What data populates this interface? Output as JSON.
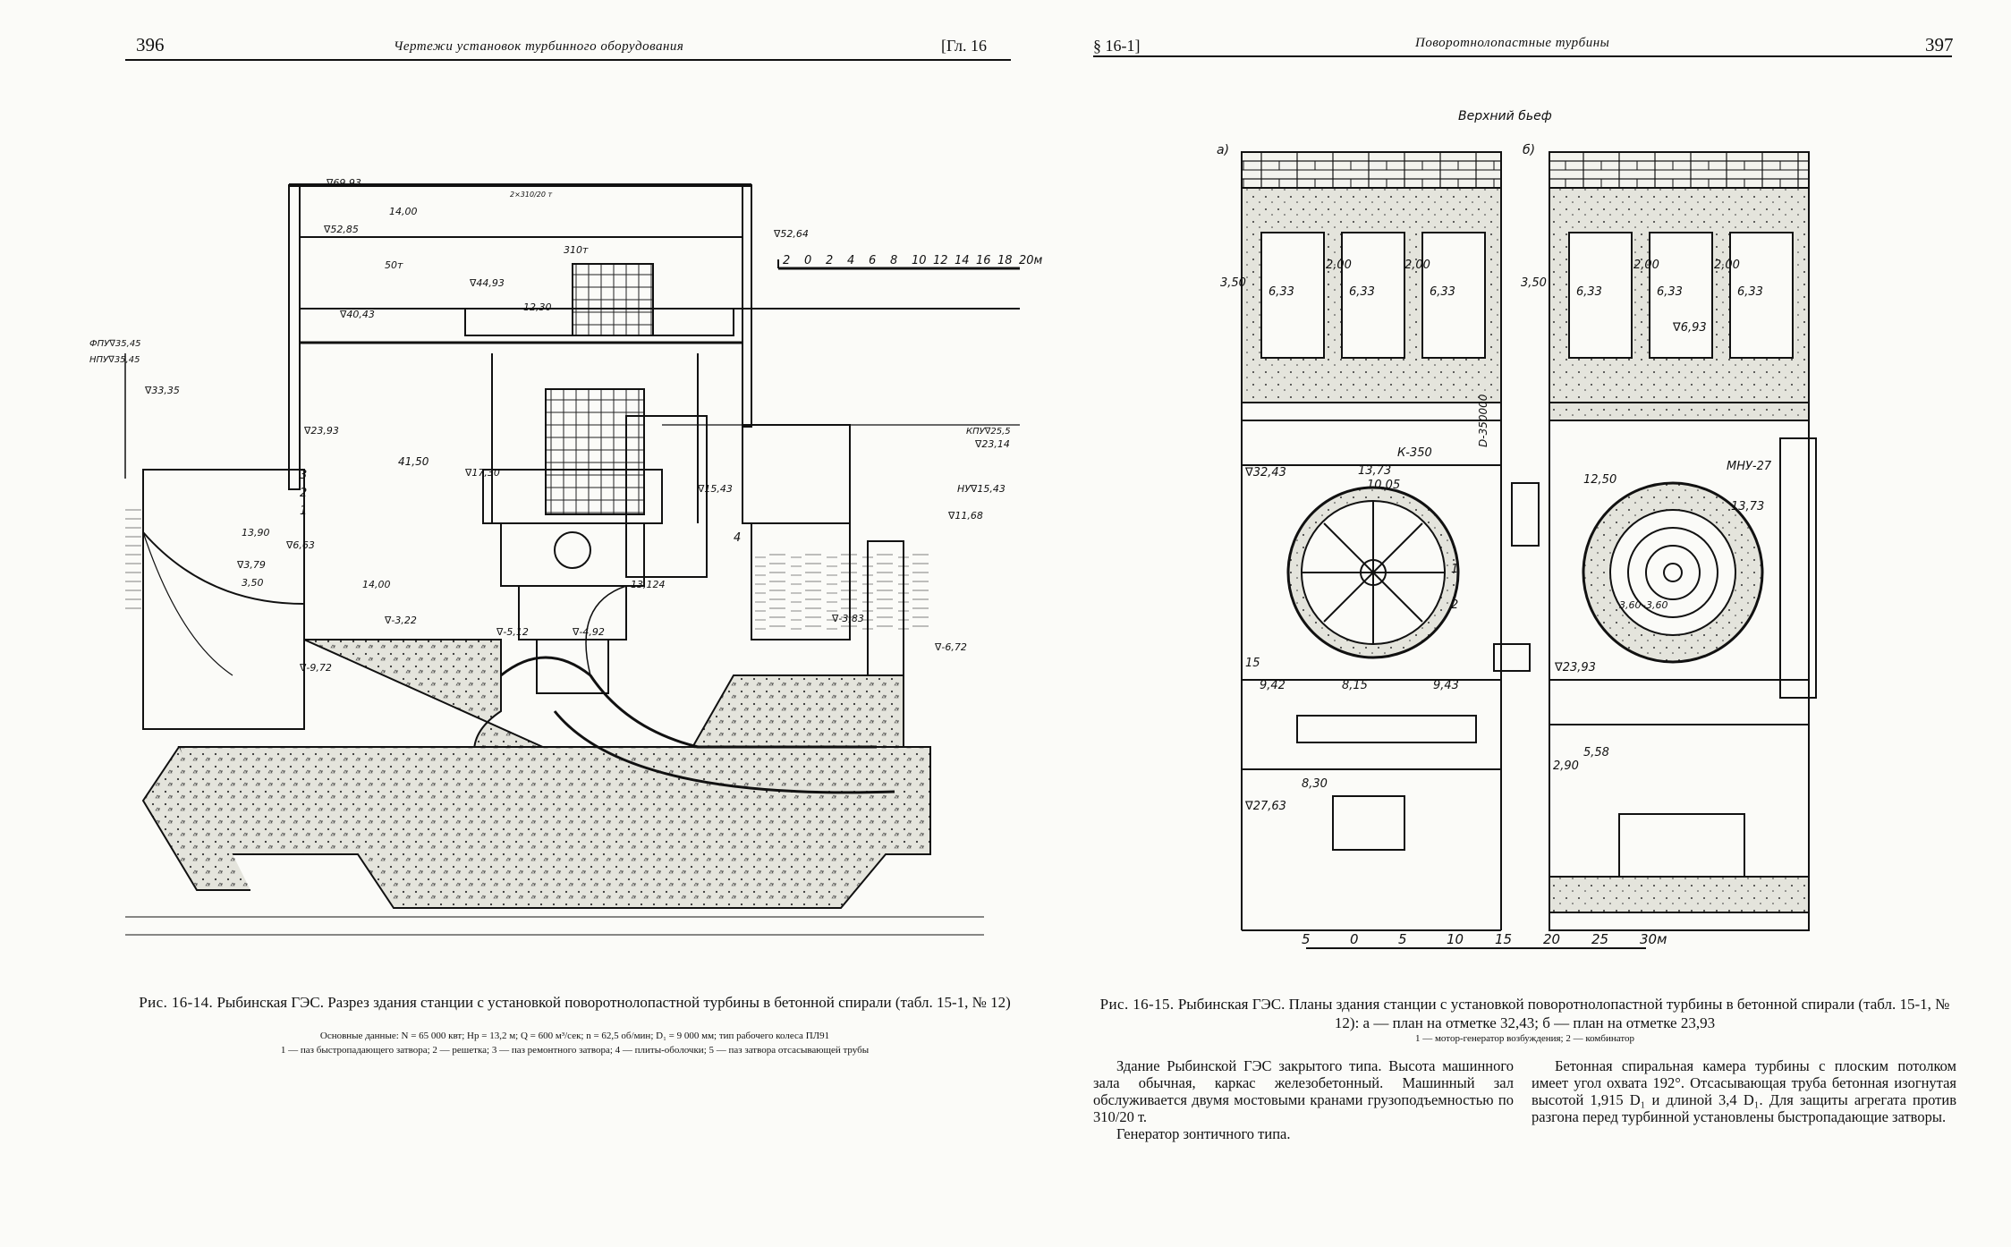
{
  "left_page": {
    "page_number": "396",
    "running_title": "Чертежи установок турбинного оборудования",
    "chapter_ref": "[Гл. 16",
    "figure": {
      "caption_label": "Рис. 16-14.",
      "caption_text": "Рыбинская ГЭС. Разрез здания станции с установкой поворотнолопастной турбины в бетонной спирали (табл. 15-1, № 12)",
      "main_data": "Основные данные: N = 65 000 квт; Hр = 13,2 м; Q = 600 м³/сек; n = 62,5 об/мин; D₁ = 9 000 мм; тип рабочего колеса ПЛ91",
      "legend": "1 — паз быстропадающего затвора; 2 — решетка; 3 — паз ремонтного затвора; 4 — плиты-оболочки; 5 — паз затвора отсасывающей трубы",
      "labels": {
        "elev_top": "∇69,93",
        "crane_beam": "14,00",
        "crane_cap": "2×310/20 т",
        "elev_5285": "∇52,85",
        "span": "310т",
        "elev_5264": "∇52,64",
        "hook": "50т",
        "elev_4493": "∇44,93",
        "elev_4043": "∇40,43",
        "dim_1230": "12,30",
        "fpu": "ФПУ∇35,45",
        "npu": "НПУ∇35,45",
        "elev_3535": "∇33,35",
        "elev_2393": "∇23,93",
        "dim_4150": "41,50",
        "elev_1730": "∇17,30",
        "elev_1543": "∇15,43",
        "nu": "НУ∇15,43",
        "elev_1168": "∇11,68",
        "dim_1390": "13,90",
        "elev_663": "∇6,63",
        "elev_379": "∇3,79",
        "dim_1400": "14,00",
        "elev_350": "3,50",
        "dim_13124": "13,124",
        "elev_322": "∇-3,22",
        "elev_512": "∇-5,12",
        "elev_492": "∇-4,92",
        "elev_383": "∇-3,83",
        "elev_972": "∇-9,72",
        "elev_672": "∇-6,72",
        "kpu": "КПУ∇25,5",
        "elev_2314": "∇23,14",
        "n1": "1",
        "n2": "2",
        "n3": "3",
        "n4": "4",
        "scale_ticks": [
          "2",
          "0",
          "2",
          "4",
          "6",
          "8",
          "10",
          "12",
          "14",
          "16",
          "18",
          "20м"
        ]
      }
    }
  },
  "right_page": {
    "page_number": "397",
    "running_title": "Поворотнолопастные турбины",
    "section_ref": "§ 16-1]",
    "figure": {
      "upstream_label": "Верхний бьеф",
      "panel_a": "а)",
      "panel_b": "б)",
      "labels": {
        "a_350": "3,50",
        "a_633": [
          "6,33",
          "6,33",
          "6,33"
        ],
        "a_200": [
          "2,00",
          "2,00"
        ],
        "a_3243": "∇32,43",
        "a_1373": "13,73",
        "a_1005": "10,05",
        "a_k350": "К-350",
        "a_d": "D-350000",
        "a_942": "9,42",
        "a_815": "8,15",
        "a_943": "9,43",
        "a_15": "15",
        "a_830": "8,30",
        "a_2763": "∇27,63",
        "a_n1": "1",
        "a_n2": "2",
        "b_350": "3,50",
        "b_633": [
          "6,33",
          "6,33",
          "6,33"
        ],
        "b_200": [
          "2,00",
          "2,00"
        ],
        "b_693": "∇6,93",
        "b_mnu": "МНУ-27",
        "b_1250": "12,50",
        "b_1373": "13,73",
        "b_2393": "∇23,93",
        "b_558": "5,58",
        "b_290": "2,90",
        "b_360": "3,60–3,60"
      },
      "scale_ticks": [
        "5",
        "0",
        "5",
        "10",
        "15",
        "20",
        "25",
        "30м"
      ],
      "caption_label": "Рис. 16-15.",
      "caption_text": "Рыбинская ГЭС. Планы здания станции с установкой поворотнолопастной турбины в бетонной спирали (табл. 15-1, № 12): а — план на отметке 32,43; б — план на отметке 23,93",
      "legend": "1 — мотор-генератор возбуждения; 2 — комбинатор"
    },
    "body_col1": [
      "Здание Рыбинской ГЭС закрытого типа. Высота машинного зала обычная, каркас железобетонный. Машинный зал обслуживается двумя мостовыми кранами грузоподъемностью по 310/20 т.",
      "Генератор зонтичного типа."
    ],
    "body_col2": [
      "Бетонная спиральная камера турбины с плоским потолком имеет угол охвата 192°. Отсасывающая труба бетонная изогнутая высотой 1,915 D₁ и длиной 3,4 D₁. Для защиты агрегата против разгона перед турбинной установлены быстропадающие затворы."
    ]
  },
  "colors": {
    "ink": "#111111",
    "paper": "#fbfbf8",
    "concrete": "#c9c9c0"
  }
}
